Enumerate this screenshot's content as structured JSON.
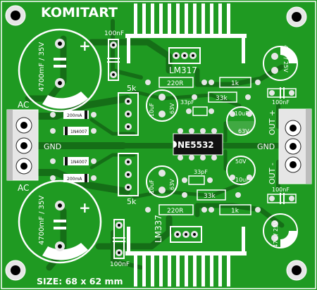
{
  "board": {
    "brand": "KOMITART",
    "size_label": "SIZE: 68 x 62 mm",
    "colors": {
      "pcb": "#1f9a22",
      "trace": "#156e17",
      "copper": "#e6e6e6",
      "silk": "#ffffff",
      "ic": "#111111"
    }
  },
  "connectors": {
    "input": {
      "top_label": "AC",
      "mid_label": "GND",
      "bottom_label": "AC"
    },
    "output": {
      "top_label": "OUT +",
      "mid_label": "GND",
      "bottom_label": "OUT -"
    }
  },
  "capacitors": {
    "bulk_top": "4700mF / 35V",
    "bulk_bottom": "4700mF / 35V",
    "film_top_left": "100nF",
    "film_bottom_left": "100nF",
    "film_right_top": "100nF",
    "film_right_bottom": "100nF",
    "out_top": "47u / 25V",
    "out_bottom": "47u / 25V",
    "adj_top_value": "10uF",
    "adj_top_voltage": "63V",
    "adj_bottom_value": "10uF",
    "adj_bottom_voltage": "63V",
    "ic_top_value": "10uF",
    "ic_top_voltage": "63V",
    "ic_bottom_value": "10uF",
    "ic_bottom_voltage": "50V",
    "small_top": "33pF",
    "small_bottom": "33pF"
  },
  "resistors": {
    "r_top_220": "220R",
    "r_top_1k": "1k",
    "r_top_33k": "33k",
    "r_bottom_220": "220R",
    "r_bottom_1k": "1k",
    "r_bottom_33k": "33k"
  },
  "diodes": {
    "d1": "200mA",
    "d2": "1N4007",
    "d3": "1N4007",
    "d4": "200mA"
  },
  "semiconductors": {
    "reg_top": "LM317",
    "reg_bottom": "LM337",
    "opamp": "NE5532"
  },
  "trimmers": {
    "top": "5k",
    "bottom": "5k"
  }
}
